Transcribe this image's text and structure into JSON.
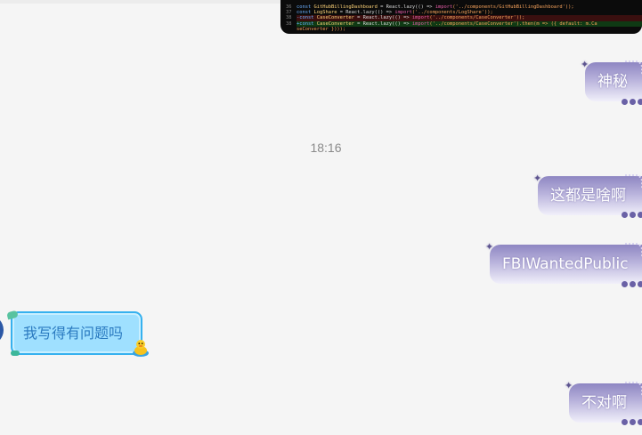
{
  "code_snippet": {
    "lines": [
      {
        "num": "36",
        "kind": "normal",
        "pre": "const ",
        "name": "GitHubBillingDashboard",
        "mid": " = React.lazy(() => ",
        "imp": "import",
        "path": "('../components/GitHubBillingDashboard'));"
      },
      {
        "num": "37",
        "kind": "normal",
        "pre": "const ",
        "name": "LogShare",
        "mid": " = React.lazy(() => ",
        "imp": "import",
        "path": "('../components/LogShare'));"
      },
      {
        "num": "38",
        "kind": "del",
        "pre": "-const ",
        "name": "CaseConverter",
        "mid": " = React.lazy(() => ",
        "imp": "import",
        "path": "('../components/CaseConverter'));"
      },
      {
        "num": "38",
        "kind": "add",
        "pre": "+const ",
        "name": "CaseConverter",
        "mid": " = React.lazy(() => ",
        "imp": "import",
        "path": "('../components/CaseConverter').then(m => ({ default: m.Ca"
      },
      {
        "num": "",
        "kind": "add",
        "pre": "",
        "name": "",
        "mid": "",
        "imp": "",
        "path": "seConverter })));"
      }
    ]
  },
  "timestamp": "18:16",
  "messages": [
    {
      "side": "right",
      "text": "神秘"
    },
    {
      "side": "right",
      "text": "这都是啥啊"
    },
    {
      "side": "right",
      "text": "FBIWantedPublic"
    },
    {
      "side": "left",
      "text": "我写得有问题吗"
    },
    {
      "side": "right",
      "text": "不对啊"
    }
  ],
  "colors": {
    "bubble_purple": "#8e86c2",
    "bubble_blue": "#9fe0ff",
    "bubble_blue_border": "#36b1ef",
    "background": "#f5f5f5"
  },
  "icons": {
    "bubble_decoration": "star-icon",
    "read_indicator": "dots-icon",
    "sticker": "duck-icon"
  }
}
